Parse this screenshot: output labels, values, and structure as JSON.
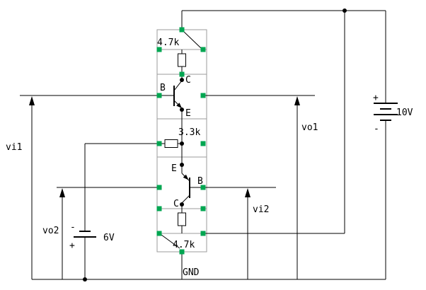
{
  "labels": {
    "r1": "4.7k",
    "r2": "3.3k",
    "r3": "4.7k",
    "q1": {
      "b": "B",
      "c": "C",
      "e": "E"
    },
    "q2": {
      "b": "B",
      "c": "C",
      "e": "E"
    },
    "bat10": {
      "plus": "+",
      "minus": "-",
      "value": "10V"
    },
    "bat6": {
      "plus": "+",
      "minus": "-",
      "value": "6V"
    },
    "vi1": "vi1",
    "vi2": "vi2",
    "vo1": "vo1",
    "vo2": "vo2",
    "gnd": "GND"
  },
  "colors": {
    "pad": "#00a651",
    "wire": "#000000",
    "grid": "#9b9b9b"
  }
}
